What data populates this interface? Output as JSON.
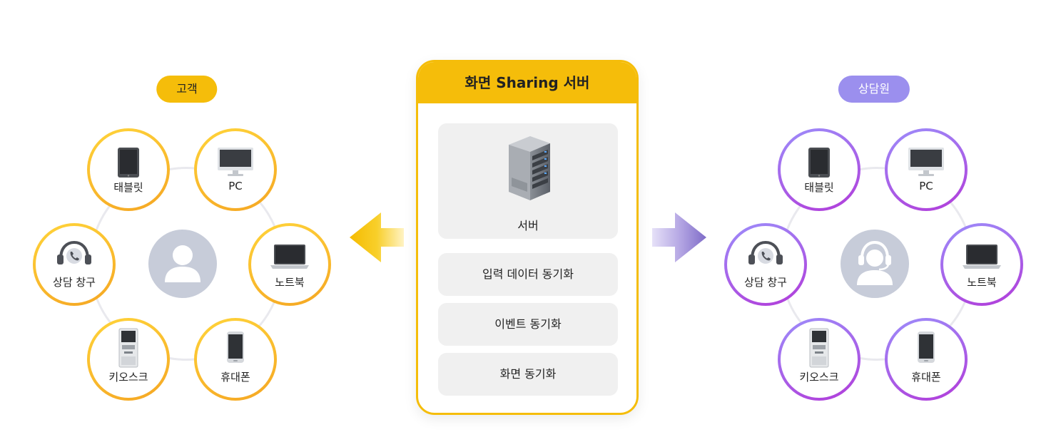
{
  "server": {
    "title": "화면 Sharing 서버",
    "server_label": "서버",
    "features": [
      "입력 데이터 동기화",
      "이벤트 동기화",
      "화면 동기화"
    ],
    "border_color": "#f5bd0a"
  },
  "customer": {
    "label": "고객",
    "accent": "#f5bd0a",
    "center_icon": "person-icon",
    "devices": {
      "tablet": "태블릿",
      "pc": "PC",
      "consult": "상담 창구",
      "laptop": "노트북",
      "kiosk": "키오스크",
      "phone": "휴대폰"
    }
  },
  "agent": {
    "label": "상담원",
    "accent": "#9b8fee",
    "center_icon": "headset-person-icon",
    "devices": {
      "tablet": "태블릿",
      "pc": "PC",
      "consult": "상담 창구",
      "laptop": "노트북",
      "kiosk": "키오스크",
      "phone": "휴대폰"
    }
  },
  "arrows": {
    "to_customer": "arrow-left-icon",
    "to_agent": "arrow-right-icon"
  }
}
